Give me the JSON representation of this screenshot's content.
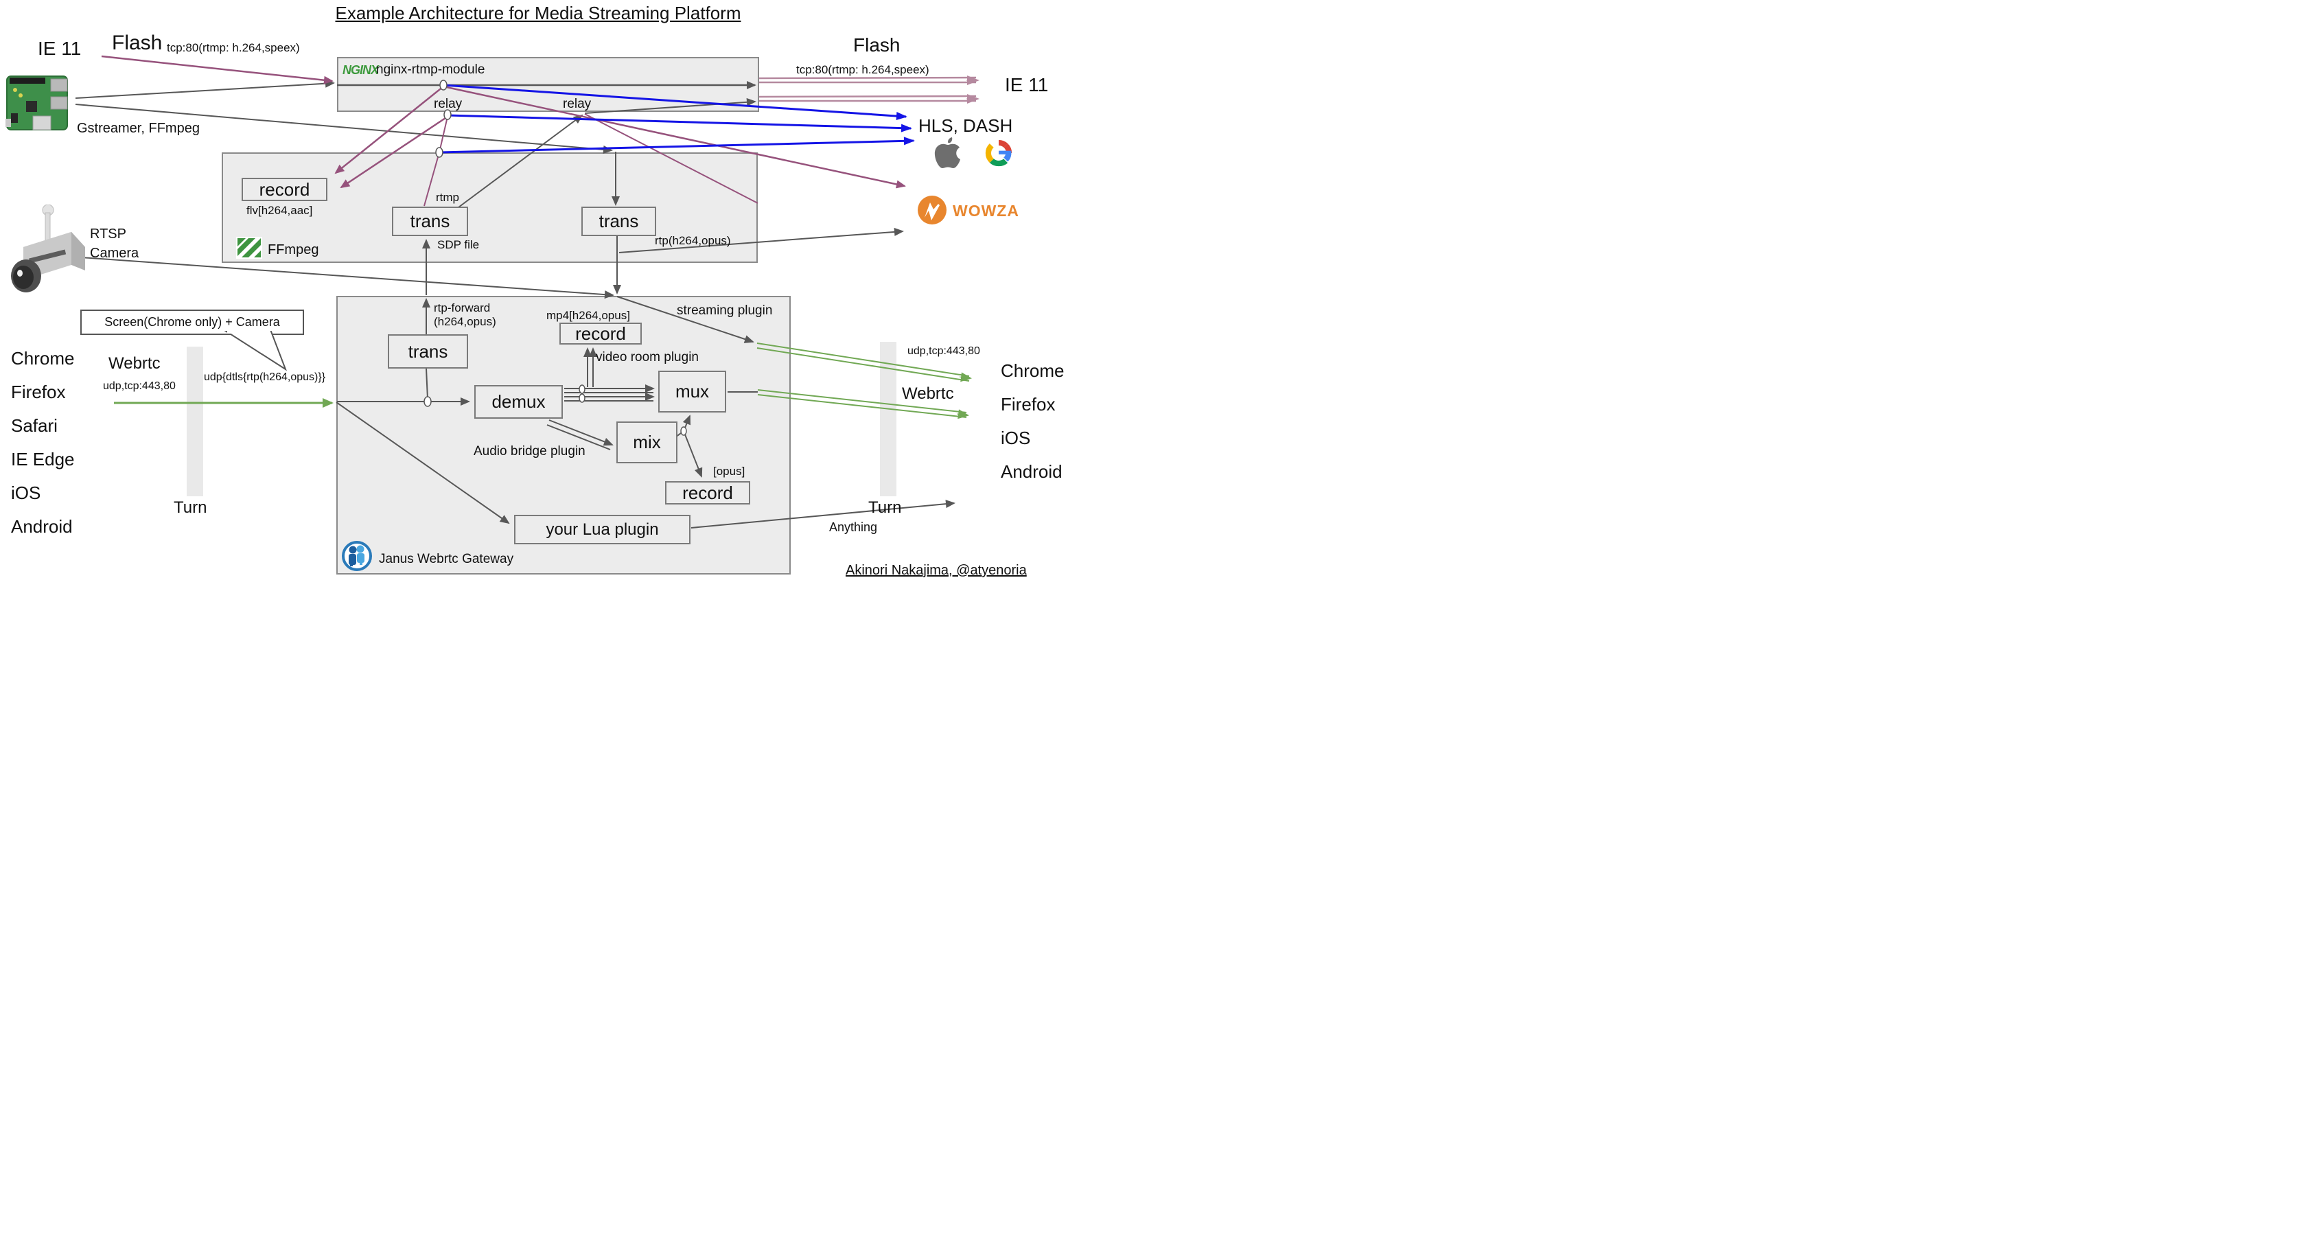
{
  "title": "Example Architecture for Media Streaming Platform",
  "top_left": {
    "ie11": "IE 11",
    "flash": "Flash",
    "flash_protocol": "tcp:80(rtmp: h.264,speex)",
    "gstreamer": "Gstreamer, FFmpeg"
  },
  "nginx": {
    "logo": "NGINX",
    "name": "nginx-rtmp-module",
    "relay1": "relay",
    "relay2": "relay"
  },
  "top_right": {
    "flash": "Flash",
    "protocol": "tcp:80(rtmp: h.264,speex)",
    "ie11": "IE 11",
    "hls_dash": "HLS, DASH",
    "wowza": "WOWZA"
  },
  "ffmpeg": {
    "name": "FFmpeg",
    "record": "record",
    "record_format": "flv[h264,aac]",
    "rtmp": "rtmp",
    "trans_left": "trans",
    "sdp": "SDP file",
    "trans_right": "trans",
    "rtp": "rtp(h264,opus)"
  },
  "camera": {
    "line1": "RTSP",
    "line2": "Camera"
  },
  "left_clients": {
    "browsers": [
      "Chrome",
      "Firefox",
      "Safari",
      "IE Edge",
      "iOS",
      "Android"
    ],
    "webrtc": "Webrtc",
    "udp": "udp,tcp:443,80",
    "turn": "Turn",
    "bubble": "Screen(Chrome only) + Camera",
    "dtls": "udp{dtls{rtp(h264,opus)}}"
  },
  "janus": {
    "name": "Janus Webrtc Gateway",
    "trans": "trans",
    "rtp_forward_1": "rtp-forward",
    "rtp_forward_2": "(h264,opus)",
    "mp4": "mp4[h264,opus]",
    "record_vr": "record",
    "streaming": "streaming plugin",
    "video_room": "video room plugin",
    "demux": "demux",
    "mux": "mux",
    "mix": "mix",
    "audio_bridge": "Audio bridge plugin",
    "opus": "[opus]",
    "record_audio": "record",
    "lua": "your Lua plugin",
    "anything": "Anything"
  },
  "right_clients": {
    "udp": "udp,tcp:443,80",
    "webrtc": "Webrtc",
    "turn": "Turn",
    "browsers": [
      "Chrome",
      "Firefox",
      "iOS",
      "Android"
    ]
  },
  "credit": "Akinori Nakajima, @atyenoria",
  "colors": {
    "rtmp_flow": "#96527c",
    "rtmp_out": "#b5899f",
    "hls_flow": "#1414e6",
    "webrtc_flow": "#71a854",
    "generic_flow": "#575757",
    "wowza_orange": "#e8862e",
    "nginx_green": "#3d9a3d"
  }
}
